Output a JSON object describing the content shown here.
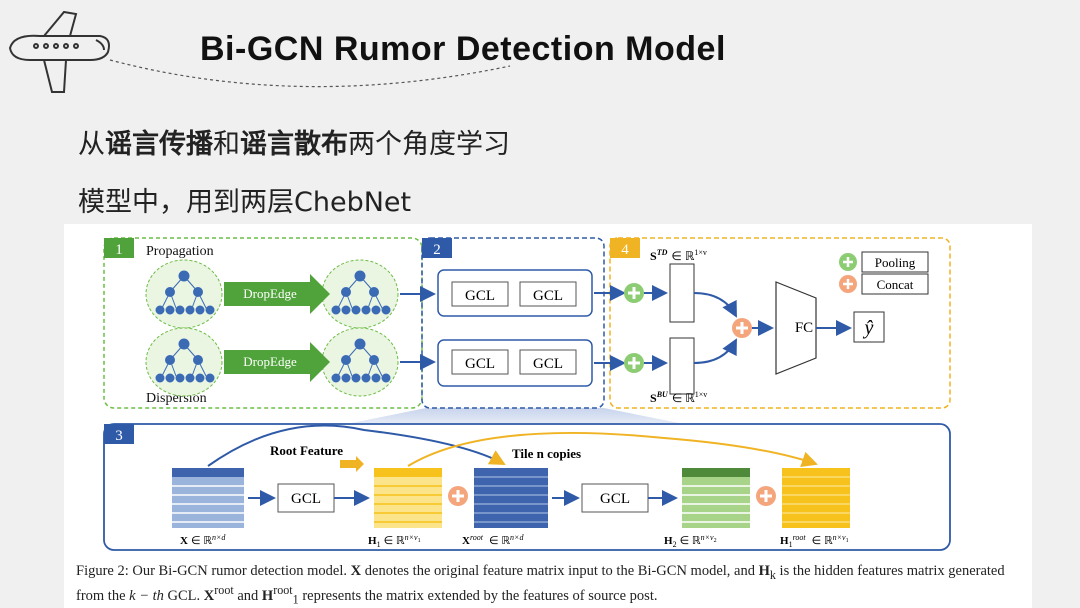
{
  "title": "Bi-GCN Rumor Detection Model",
  "line1": {
    "prefix": "从",
    "bold1": "谣言传播",
    "mid": "和",
    "bold2": "谣言散布",
    "suffix": "两个角度学习"
  },
  "line2": "模型中，用到两层ChebNet",
  "diagram": {
    "box1_num": "1",
    "box2_num": "2",
    "box3_num": "3",
    "box4_num": "4",
    "propagation": "Propagation",
    "dispersion": "Dispersion",
    "dropedge_top": "DropEdge",
    "dropedge_bottom": "DropEdge",
    "gcl": "GCL",
    "fc": "FC",
    "yhat": "ŷ",
    "pooling": "Pooling",
    "concat": "Concat",
    "std": "S",
    "std_sup": "TD",
    "sbu": "S",
    "sbu_sup": "BU",
    "space_1v": "∈ ℝ",
    "dim_1v": "1×v",
    "root_feature": "Root Feature",
    "tile_copies": "Tile n copies",
    "x_label": "X",
    "x_dim": "n×d",
    "h1_label": "H",
    "h1_sub": "1",
    "h1_dim": "n×v",
    "h1_dim_sub": "1",
    "xroot_label": "X",
    "xroot_sup": "root",
    "xroot_dim": "n×d",
    "h2_label": "H",
    "h2_sub": "2",
    "h2_dim": "n×v",
    "h2_dim_sub": "2",
    "h1root_label": "H",
    "h1root_sub": "1",
    "h1root_sup": "root",
    "h1root_dim": "n×v",
    "h1root_dim_sub": "1",
    "in_r": "∈ ℝ"
  },
  "caption": {
    "part1": "Figure 2: Our Bi-GCN rumor detection model.",
    "x": "X",
    "part2": "denotes the original feature matrix input to the Bi-GCN model, and",
    "hk": "H",
    "hk_sub": "k",
    "part3": "is the hidden features matrix generated from the",
    "kth": "k − th",
    "part4": "GCL.",
    "xroot": "X",
    "xroot_sup": "root",
    "part5": "and",
    "h1root": "H",
    "h1root_sup": "root",
    "h1root_sub": "1",
    "part6": "represents the matrix extended by the features of source post."
  },
  "colors": {
    "green": "#4fa33a",
    "green_dash": "#6cbd45",
    "blue": "#2f5aa8",
    "orange": "#f0b323",
    "pink_plus": "#f4a57c",
    "green_plus": "#8ccc73",
    "tree_blue": "#3a6bb4",
    "row_blue": "#9bb4dc",
    "row_dark": "#3d64ad",
    "row_yellow": "#f7c21b",
    "row_green": "#a8d48a"
  },
  "icons": [
    "airplane-icon",
    "plus-icon",
    "arrow-icon"
  ]
}
